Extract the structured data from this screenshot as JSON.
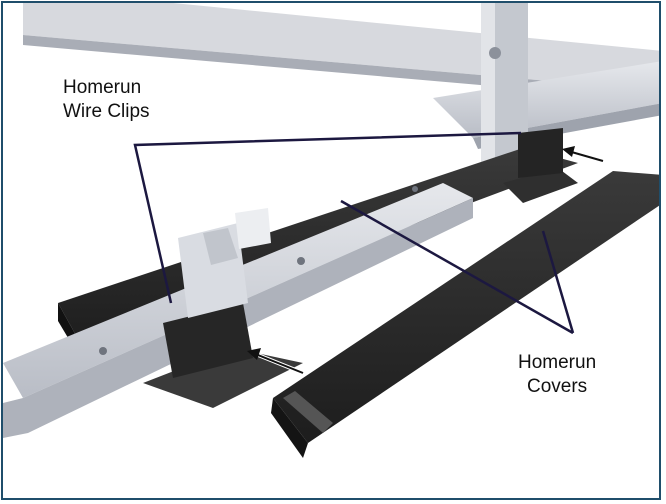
{
  "labels": {
    "wire_clips": {
      "line1": "Homerun",
      "line2": "Wire Clips"
    },
    "covers": {
      "line1": "Homerun",
      "line2": "Covers"
    }
  },
  "colors": {
    "frame_border": "#1f4e6b",
    "leader_line": "#1c1840",
    "rail": "#c9ccd4",
    "cover": "#2b2b2b",
    "arrow": "#111111"
  }
}
